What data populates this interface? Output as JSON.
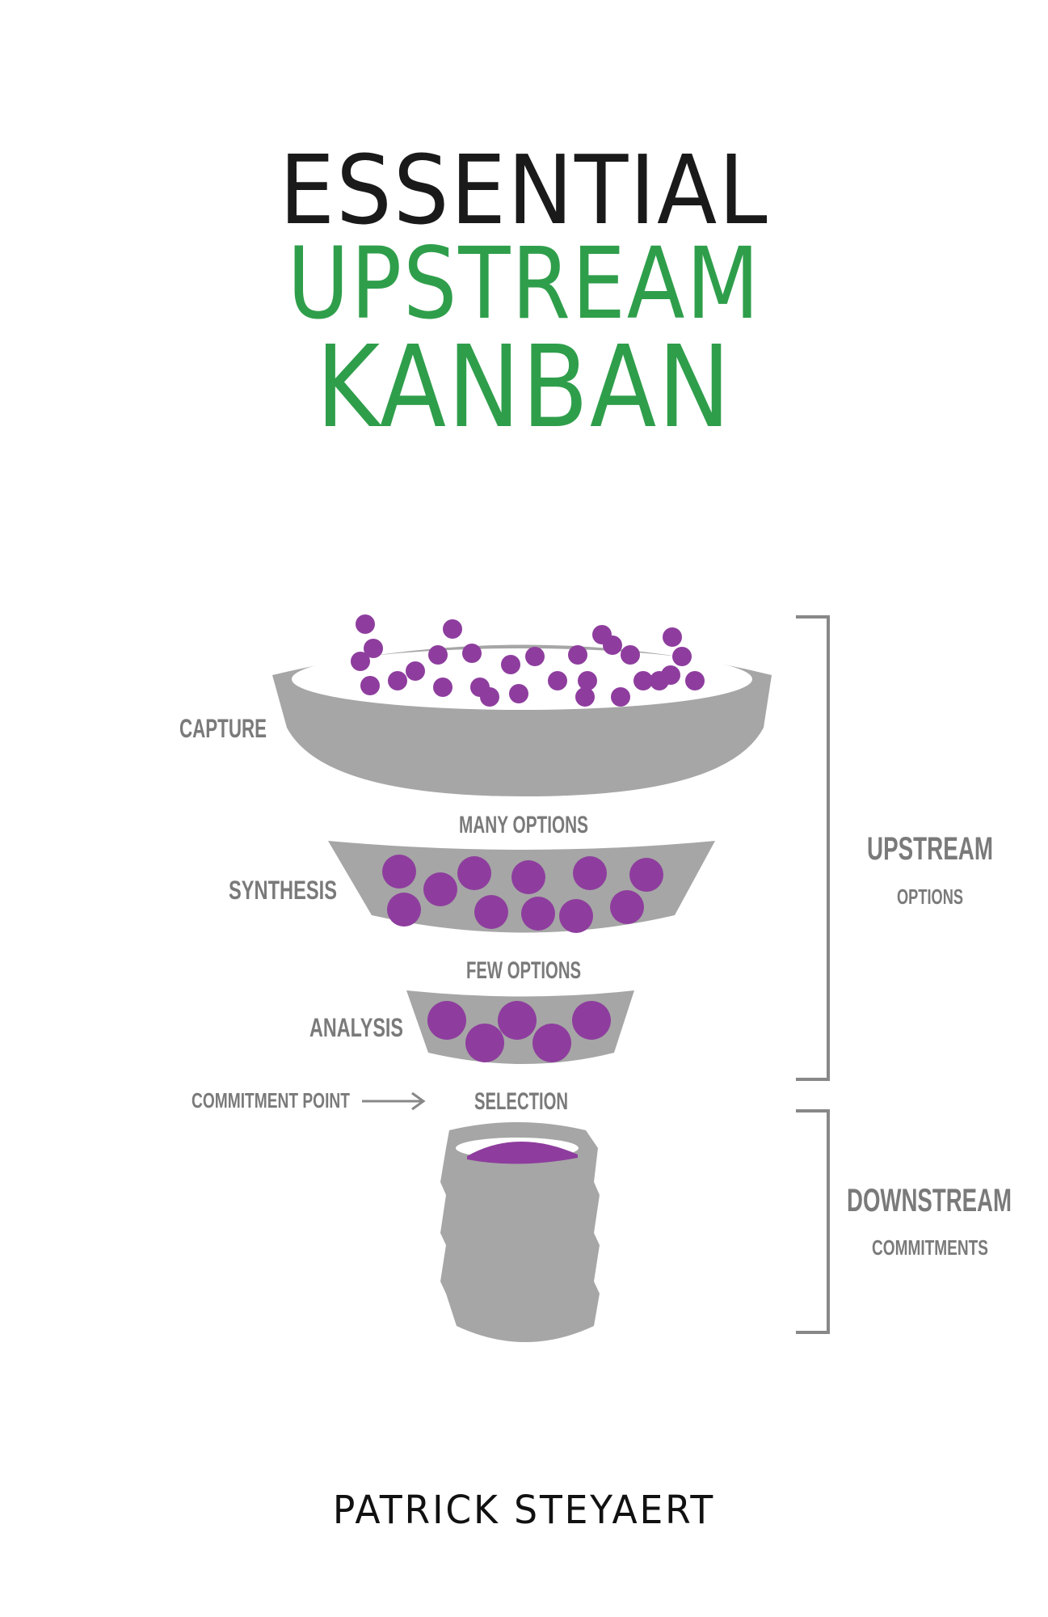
{
  "title": {
    "line1": "ESSENTIAL",
    "line2": "UPSTREAM",
    "line3": "KANBAN"
  },
  "author": "PATRICK STEYAERT",
  "diagram": {
    "stages": {
      "capture": "CAPTURE",
      "synthesis": "SYNTHESIS",
      "analysis": "ANALYSIS"
    },
    "between": {
      "many_options": "MANY OPTIONS",
      "few_options": "FEW OPTIONS",
      "selection": "SELECTION"
    },
    "commitment_point": "COMMITMENT POINT",
    "upstream": {
      "title": "UPSTREAM",
      "subtitle": "OPTIONS"
    },
    "downstream": {
      "title": "DOWNSTREAM",
      "subtitle": "COMMITMENTS"
    }
  },
  "colors": {
    "title_dark": "#1a1a1a",
    "title_green": "#2f9e4b",
    "funnel_gray": "#a6a6a6",
    "ball_purple": "#8e3d9e",
    "label_gray": "#7a7a7a"
  }
}
